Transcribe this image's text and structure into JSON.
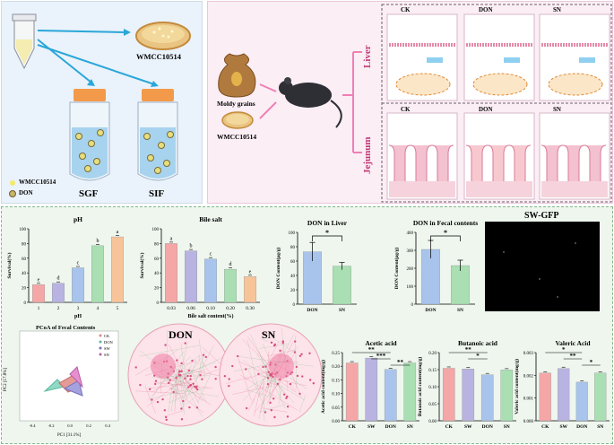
{
  "panel_a": {
    "strain": "WMCC10514",
    "sgf": "SGF",
    "sif": "SIF",
    "legend_strain": "WMCC10514",
    "legend_don": "DON"
  },
  "panel_b": {
    "moldy": "Moldy grains",
    "strain": "WMCC10514",
    "liver": "Liver",
    "jejunum": "Jejunum",
    "liver_groups": [
      "CK",
      "DON",
      "SN"
    ],
    "jejunum_groups": [
      "CK",
      "DON",
      "SN"
    ]
  },
  "colors": {
    "ck": "#f4a7a6",
    "sw": "#b8b3e0",
    "don": "#a9c4ec",
    "sn": "#a9dfb2",
    "hi": "#f7c49a",
    "highlight": "#f48f8f"
  },
  "charts": [
    {
      "id": "ph",
      "type": "bar",
      "title": "pH",
      "xlabel": "pH",
      "ylabel": "Survival(%)",
      "categories": [
        "1",
        "2",
        "3",
        "4",
        "5"
      ],
      "values": [
        24,
        26,
        47,
        77,
        89
      ],
      "letters": [
        "e",
        "d",
        "c",
        "b",
        "a"
      ],
      "ylim": [
        0,
        100
      ],
      "yticks": [
        "0",
        "20",
        "40",
        "60",
        "80",
        "100"
      ]
    },
    {
      "id": "bile",
      "type": "bar",
      "title": "Bile salt",
      "xlabel": "Bile salt content(%)",
      "ylabel": "Survival(%)",
      "categories": [
        "0.03",
        "0.06",
        "0.10",
        "0.20",
        "0.30"
      ],
      "values": [
        80,
        70,
        59,
        45,
        35
      ],
      "letters": [
        "a",
        "b",
        "c",
        "d",
        "e"
      ],
      "ylim": [
        0,
        100
      ],
      "yticks": [
        "0",
        "20",
        "40",
        "60",
        "80",
        "100"
      ]
    },
    {
      "id": "don_liver",
      "type": "bar",
      "title": "DON in Liver",
      "ylabel": "DON Content(μg/g)",
      "categories": [
        "DON",
        "SN"
      ],
      "values": [
        73,
        53
      ],
      "errors": [
        13,
        5
      ],
      "ylim": [
        0,
        100
      ],
      "yticks": [
        "0",
        "20",
        "40",
        "60",
        "80",
        "100"
      ],
      "sig": "*"
    },
    {
      "id": "don_fecal",
      "type": "bar",
      "title": "DON in Fecal contents",
      "ylabel": "DON Content(μg/g)",
      "categories": [
        "DON",
        "SN"
      ],
      "values": [
        305,
        215
      ],
      "errors": [
        50,
        30
      ],
      "ylim": [
        0,
        400
      ],
      "yticks": [
        "0",
        "100",
        "200",
        "300",
        "400"
      ],
      "sig": "*"
    },
    {
      "id": "acetic",
      "type": "bar",
      "title": "Acetic acid",
      "ylabel": "Acetic acid content(mg/g)",
      "categories": [
        "CK",
        "SW",
        "DON",
        "SN"
      ],
      "values": [
        0.212,
        0.23,
        0.188,
        0.212
      ],
      "ylim": [
        0,
        0.25
      ],
      "yticks": [
        "0.00",
        "0.05",
        "0.10",
        "0.15",
        "0.20",
        "0.25"
      ],
      "sig": [
        "**",
        "***",
        "**"
      ]
    },
    {
      "id": "butanoic",
      "type": "bar",
      "title": "Butanoic acid",
      "ylabel": "Butanoic acid content(mg/g)",
      "categories": [
        "CK",
        "SW",
        "DON",
        "SN"
      ],
      "values": [
        0.154,
        0.152,
        0.135,
        0.149
      ],
      "ylim": [
        0,
        0.2
      ],
      "yticks": [
        "0.00",
        "0.05",
        "0.10",
        "0.15",
        "0.20"
      ],
      "sig": [
        "**",
        "*"
      ]
    },
    {
      "id": "valeric",
      "type": "bar",
      "title": "Valeric Acid",
      "ylabel": "Valeric acid content(mg/g)",
      "categories": [
        "CK",
        "SW",
        "DON",
        "SN"
      ],
      "values": [
        0.0021,
        0.0023,
        0.0017,
        0.0021
      ],
      "ylim": [
        0,
        0.003
      ],
      "yticks": [
        "0.000",
        "0.001",
        "0.002",
        "0.003"
      ],
      "sig": [
        "*",
        "**",
        "*"
      ]
    }
  ],
  "pcoa": {
    "title": "PCoA of Fecal Contents",
    "xlabel": "PC1 [31.1%]",
    "ylabel": "PC2 [17.8%]",
    "legend": [
      "CK",
      "DON",
      "SW",
      "SN"
    ],
    "xticks": [
      "-0.4",
      "-0.2",
      "0.0",
      "0.2",
      "0.4"
    ]
  },
  "networks": {
    "left": "DON",
    "right": "SN"
  },
  "gfp": {
    "title": "SW-GFP"
  }
}
